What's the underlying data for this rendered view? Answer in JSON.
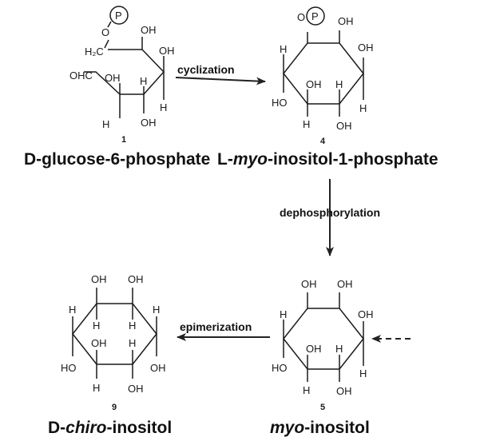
{
  "compounds": [
    {
      "id": "glucose-6-phosphate",
      "number": "1",
      "name_parts": [
        "D-glucose-6-phosphate",
        "",
        ""
      ]
    },
    {
      "id": "myo-inositol-1-phosphate",
      "number": "4",
      "name_parts": [
        "L-",
        "myo",
        "-inositol-1-phosphate"
      ]
    },
    {
      "id": "myo-inositol",
      "number": "5",
      "name_parts": [
        "",
        "myo",
        "-inositol"
      ]
    },
    {
      "id": "chiro-inositol",
      "number": "9",
      "name_parts": [
        "D-",
        "chiro",
        "-inositol"
      ]
    }
  ],
  "arrows": {
    "cyclization": "cyclization",
    "dephosphorylation": "dephosphorylation",
    "epimerization": "epimerization"
  },
  "atoms": {
    "oh": "OH",
    "ho": "HO",
    "h": "H",
    "o": "O",
    "p": "P",
    "cho": "OHC",
    "ch2": "H₂C"
  }
}
